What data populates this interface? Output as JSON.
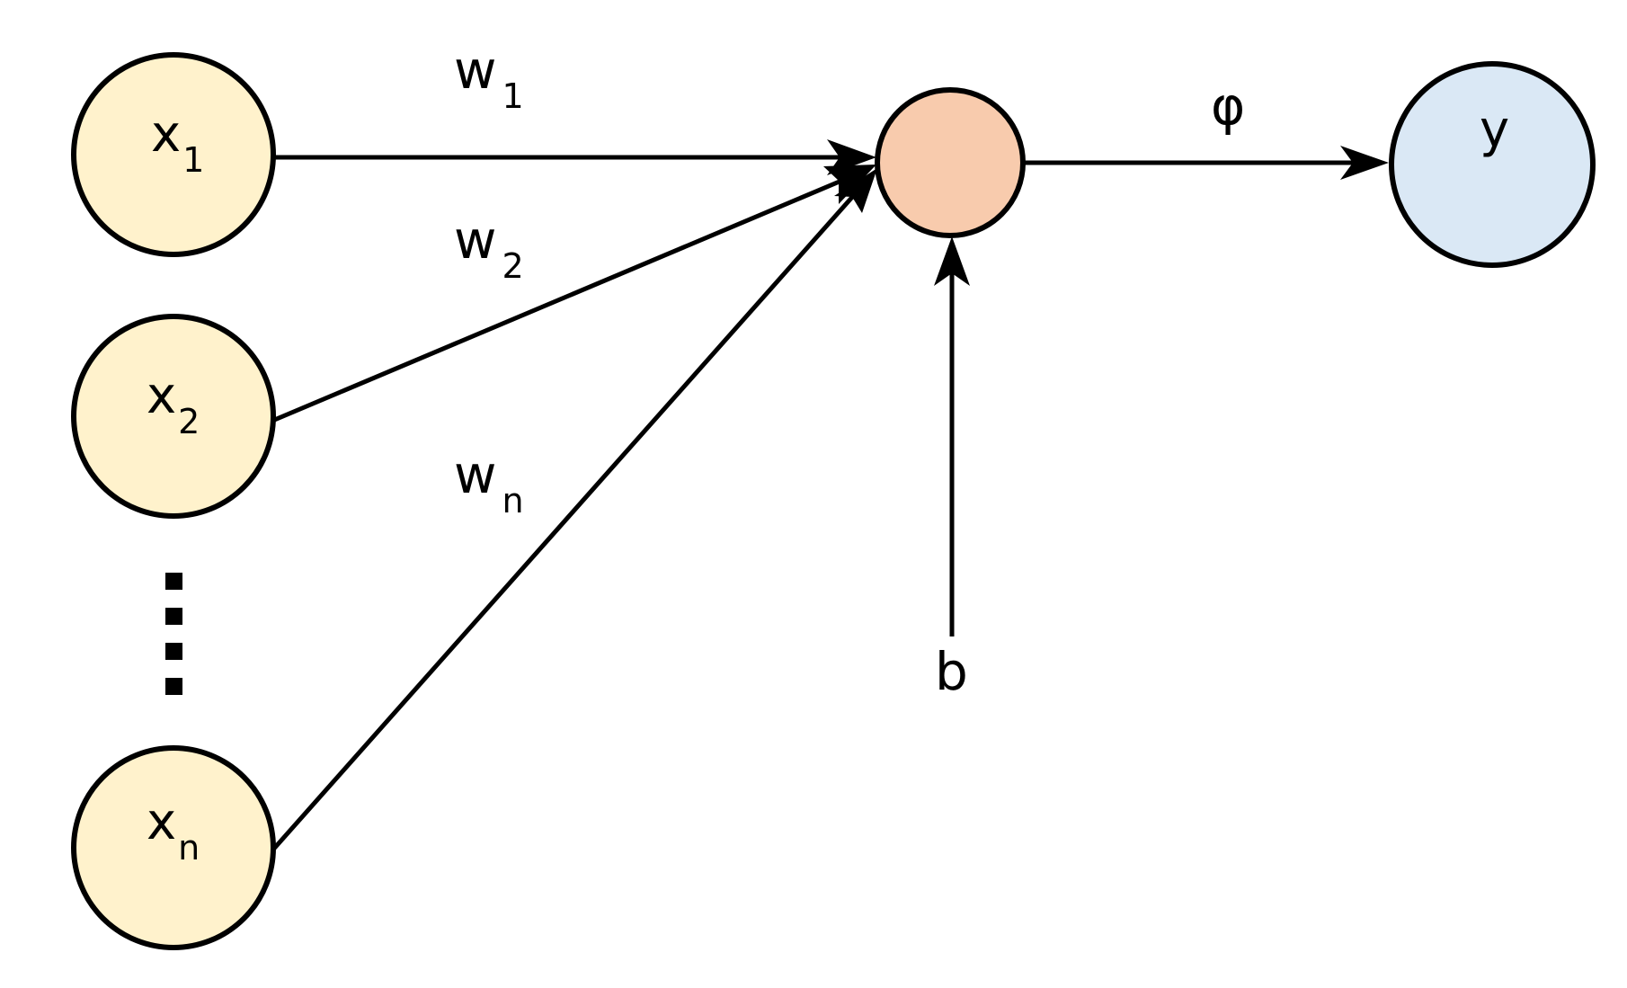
{
  "colors": {
    "input_fill": "#fff2cc",
    "sum_fill": "#f8cbad",
    "output_fill": "#dae8f5",
    "stroke": "#000000"
  },
  "inputs": [
    {
      "base": "x",
      "sub": "1"
    },
    {
      "base": "x",
      "sub": "2"
    },
    {
      "base": "x",
      "sub": "n"
    }
  ],
  "weights": [
    {
      "base": "w",
      "sub": "1"
    },
    {
      "base": "w",
      "sub": "2"
    },
    {
      "base": "w",
      "sub": "n"
    }
  ],
  "activation": "φ",
  "bias": "b",
  "output": "y"
}
